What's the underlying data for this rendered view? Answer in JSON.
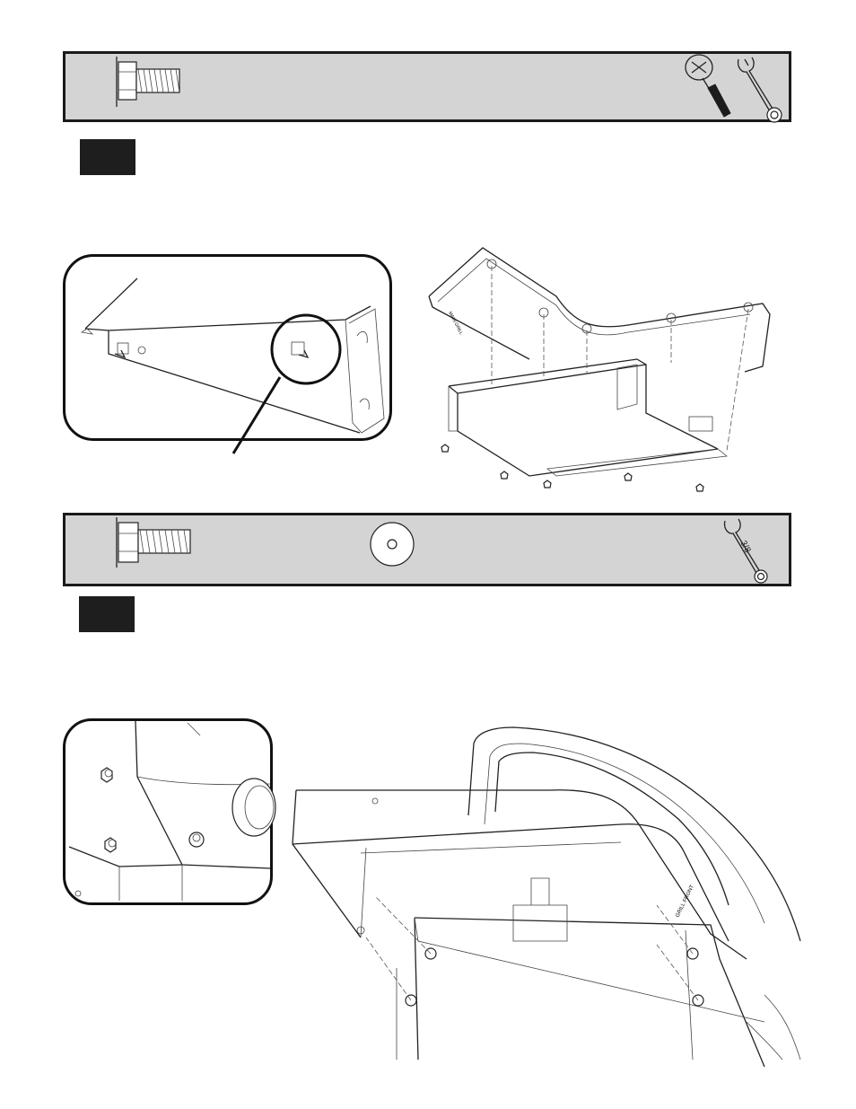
{
  "steps": [
    {
      "number": ""
    },
    {
      "number": ""
    }
  ],
  "parts_bar_2": {
    "wrench_size": "3/8"
  },
  "diagram_1": {
    "panel_label": "MAIN GRILL"
  },
  "diagram_2": {
    "panel_label": "GRILL FRONT"
  }
}
